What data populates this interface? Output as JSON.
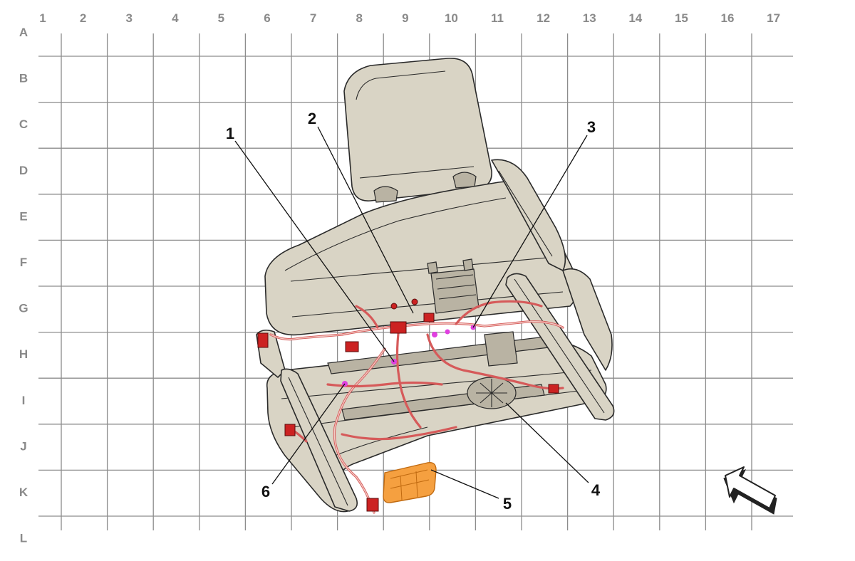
{
  "grid": {
    "columns": [
      "1",
      "2",
      "3",
      "4",
      "5",
      "6",
      "7",
      "8",
      "9",
      "10",
      "11",
      "12",
      "13",
      "14",
      "15",
      "16",
      "17"
    ],
    "rows": [
      "A",
      "B",
      "C",
      "D",
      "E",
      "F",
      "G",
      "H",
      "I",
      "J",
      "K",
      "L"
    ]
  },
  "callouts": [
    {
      "label": "1"
    },
    {
      "label": "2"
    },
    {
      "label": "3"
    },
    {
      "label": "4"
    },
    {
      "label": "5"
    },
    {
      "label": "6"
    }
  ],
  "colors": {
    "grid": "#8c8c8c",
    "seat": "#d9d4c5",
    "harness": "#d65a5a",
    "connector": "#cc2222",
    "highlight_module": "#f5a040",
    "splice": "#e040e0"
  },
  "icons": {
    "orientation": "direction-arrow-icon"
  }
}
